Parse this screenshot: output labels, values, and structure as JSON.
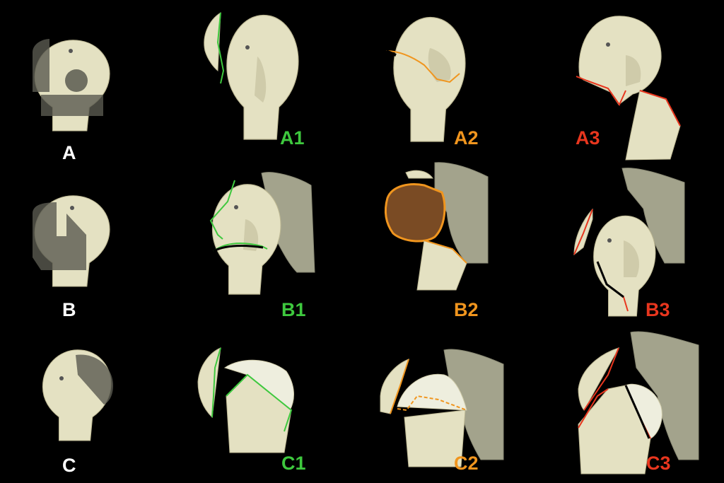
{
  "colors": {
    "background": "#000000",
    "bone": "#e4e1c2",
    "overlay": "#4a4a44",
    "group1": "#3ec83e",
    "group2": "#f0951e",
    "group3": "#e8361e",
    "base_label": "#ffffff"
  },
  "labels": {
    "A": "A",
    "B": "B",
    "C": "C",
    "A1": "A1",
    "A2": "A2",
    "A3": "A3",
    "B1": "B1",
    "B2": "B2",
    "B3": "B3",
    "C1": "C1",
    "C2": "C2",
    "C3": "C3"
  }
}
